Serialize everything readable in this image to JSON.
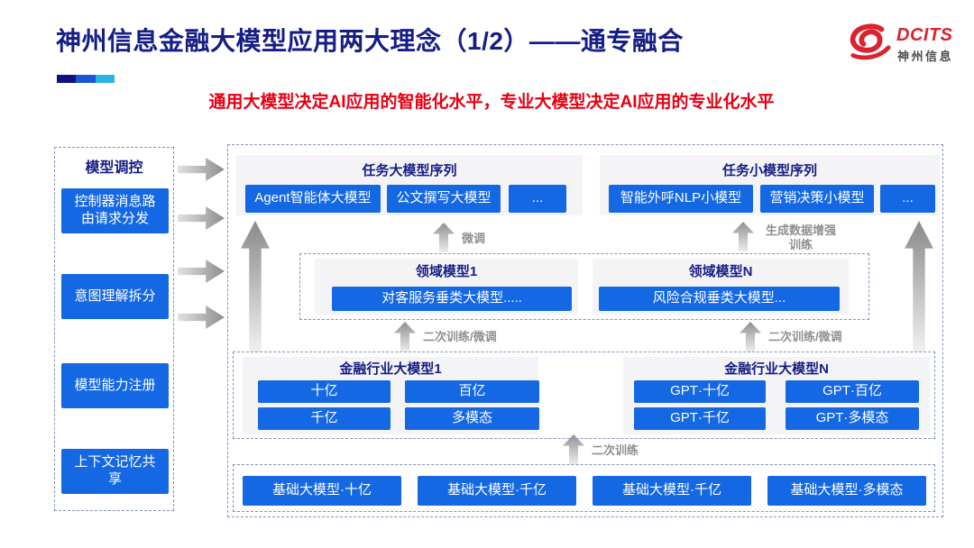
{
  "header": {
    "title": "神州信息金融大模型应用两大理念（1/2）——通专融合",
    "subtitle": "通用大模型决定AI应用的智能化水平，专业大模型决定AI应用的专业化水平",
    "logo_brand": "DCITS",
    "logo_brand_cn": "神州信息"
  },
  "sidebar": {
    "title": "模型调控",
    "items": [
      {
        "label": "控制器消息路由请求分发"
      },
      {
        "label": "意图理解拆分"
      },
      {
        "label": "模型能力注册"
      },
      {
        "label": "上下文记忆共享"
      }
    ]
  },
  "diagram": {
    "task_large_series": {
      "title": "任务大模型序列",
      "items": [
        {
          "label": "Agent智能体大模型"
        },
        {
          "label": "公文撰写大模型"
        },
        {
          "label": "..."
        }
      ]
    },
    "task_small_series": {
      "title": "任务小模型序列",
      "items": [
        {
          "label": "智能外呼NLP小模型"
        },
        {
          "label": "营销决策小模型"
        },
        {
          "label": "..."
        }
      ]
    },
    "domain_model_1": {
      "title": "领域模型1",
      "model": "对客服务垂类大模型....."
    },
    "domain_model_n": {
      "title": "领域模型N",
      "model": "风险合规垂类大模型..."
    },
    "industry_model_1": {
      "title": "金融行业大模型1",
      "items": [
        {
          "label": "十亿"
        },
        {
          "label": "百亿"
        },
        {
          "label": "千亿"
        },
        {
          "label": "多模态"
        }
      ]
    },
    "industry_model_n": {
      "title": "金融行业大模型N",
      "items": [
        {
          "label": "GPT·十亿"
        },
        {
          "label": "GPT·百亿"
        },
        {
          "label": "GPT·千亿"
        },
        {
          "label": "GPT·多模态"
        }
      ]
    },
    "base_models": {
      "items": [
        {
          "label": "基础大模型·十亿"
        },
        {
          "label": "基础大模型·千亿"
        },
        {
          "label": "基础大模型·千亿"
        },
        {
          "label": "基础大模型·多模态"
        }
      ]
    },
    "labels": {
      "finetune": "微调",
      "gen_data_training": "生成数据增强训练",
      "secondary_training_finetune_left": "二次训练/微调",
      "secondary_training_finetune_right": "二次训练/微调",
      "secondary_training": "二次训练"
    }
  },
  "colors": {
    "accent_blue": "#1568e4",
    "title_navy": "#151d86",
    "subtitle_red": "#e60013",
    "brand_red": "#d9232e",
    "label_gray": "#8f8f8f",
    "panel_gray": "#f4f4f6",
    "accent_bar": [
      "#10107e",
      "#1a56d6",
      "#2ab5e0"
    ]
  }
}
